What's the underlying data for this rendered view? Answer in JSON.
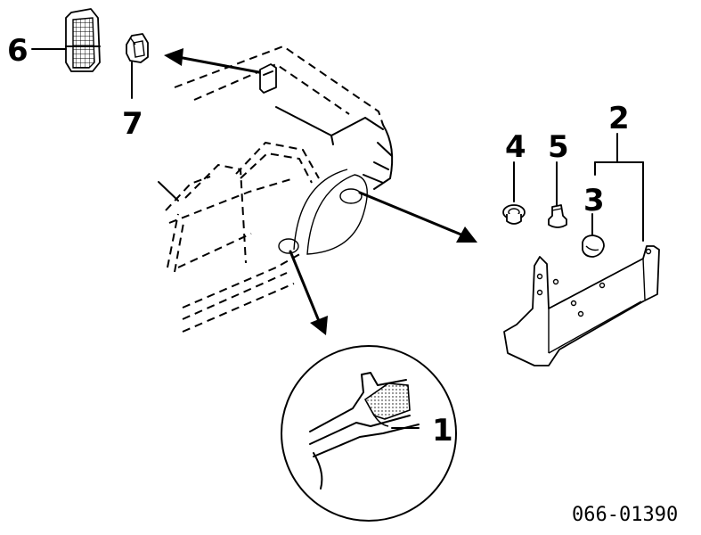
{
  "callouts": {
    "c1": "1",
    "c2": "2",
    "c3": "3",
    "c4": "4",
    "c5": "5",
    "c6": "6",
    "c7": "7"
  },
  "diagram_code": "066-01390"
}
